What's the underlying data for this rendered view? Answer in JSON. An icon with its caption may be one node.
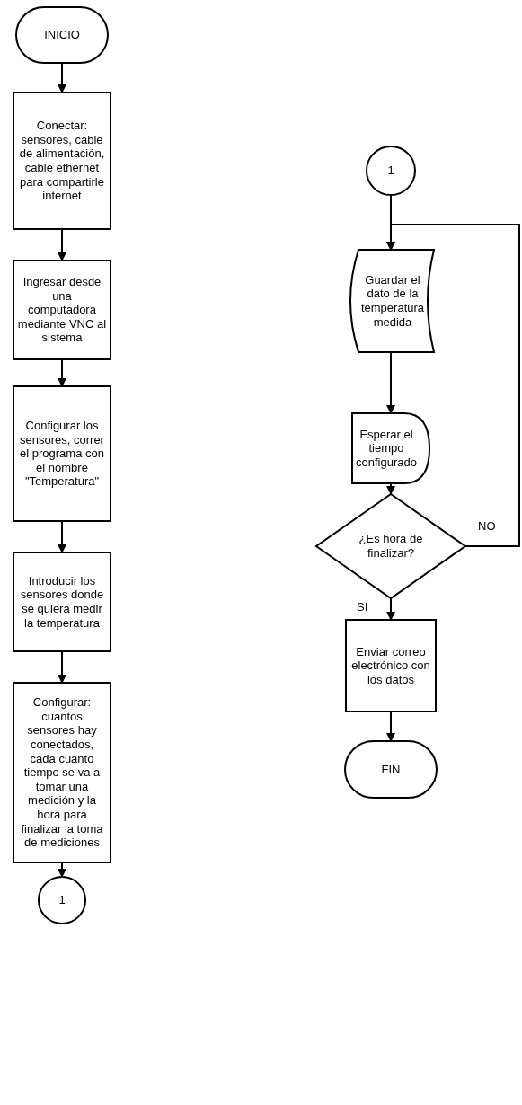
{
  "diagram": {
    "nodes": [
      {
        "text": [
          "INICIO"
        ]
      },
      {
        "text": [
          "Conectar: sensores, cable de alimentación, cable ethernet para compartirle internet"
        ]
      },
      {
        "text": [
          "Ingresar desde una computadora mediante VNC al sistema"
        ]
      },
      {
        "text": [
          "Configurar los sensores, correr el programa con el nombre \"Temperatura\""
        ]
      },
      {
        "text": [
          "Introducir los sensores donde se quiera medir la temperatura"
        ]
      },
      {
        "text": [
          "Configurar: cuantos sensores hay conectados, cada cuanto tiempo se va a tomar una medición y la hora para finalizar la toma de mediciones"
        ]
      },
      {
        "text": [
          "1"
        ]
      },
      {
        "text": [
          "1"
        ]
      },
      {
        "text": [
          "Guardar el dato de la temperatura medida"
        ]
      },
      {
        "text": [
          "Esperar el tiempo configurado"
        ]
      },
      {
        "text": [
          "¿Es hora de finalizar?"
        ]
      },
      {
        "text": [
          "Enviar correo electrónico con los datos"
        ]
      },
      {
        "text": [
          "FIN"
        ]
      }
    ],
    "edges": [
      {
        "from": 0,
        "to": 1,
        "arrow": "to"
      },
      {
        "from": 1,
        "to": 2,
        "arrow": "to"
      },
      {
        "from": 2,
        "to": 3,
        "arrow": "to"
      },
      {
        "from": 3,
        "to": 4,
        "arrow": "to"
      },
      {
        "from": 4,
        "to": 5,
        "arrow": "to"
      },
      {
        "from": 5,
        "to": 6,
        "arrow": "to"
      },
      {
        "from": 7,
        "to": 8,
        "arrow": "to"
      },
      {
        "from": 8,
        "to": 9,
        "arrow": "to"
      },
      {
        "from": 9,
        "to": 10,
        "arrow": "to"
      },
      {
        "from": 10,
        "to": 11,
        "arrow": "to",
        "label": "SI"
      },
      {
        "from": 11,
        "to": 12,
        "arrow": "to"
      },
      {
        "from": 10,
        "to": 8,
        "arrow": "to",
        "label": "NO"
      }
    ]
  }
}
